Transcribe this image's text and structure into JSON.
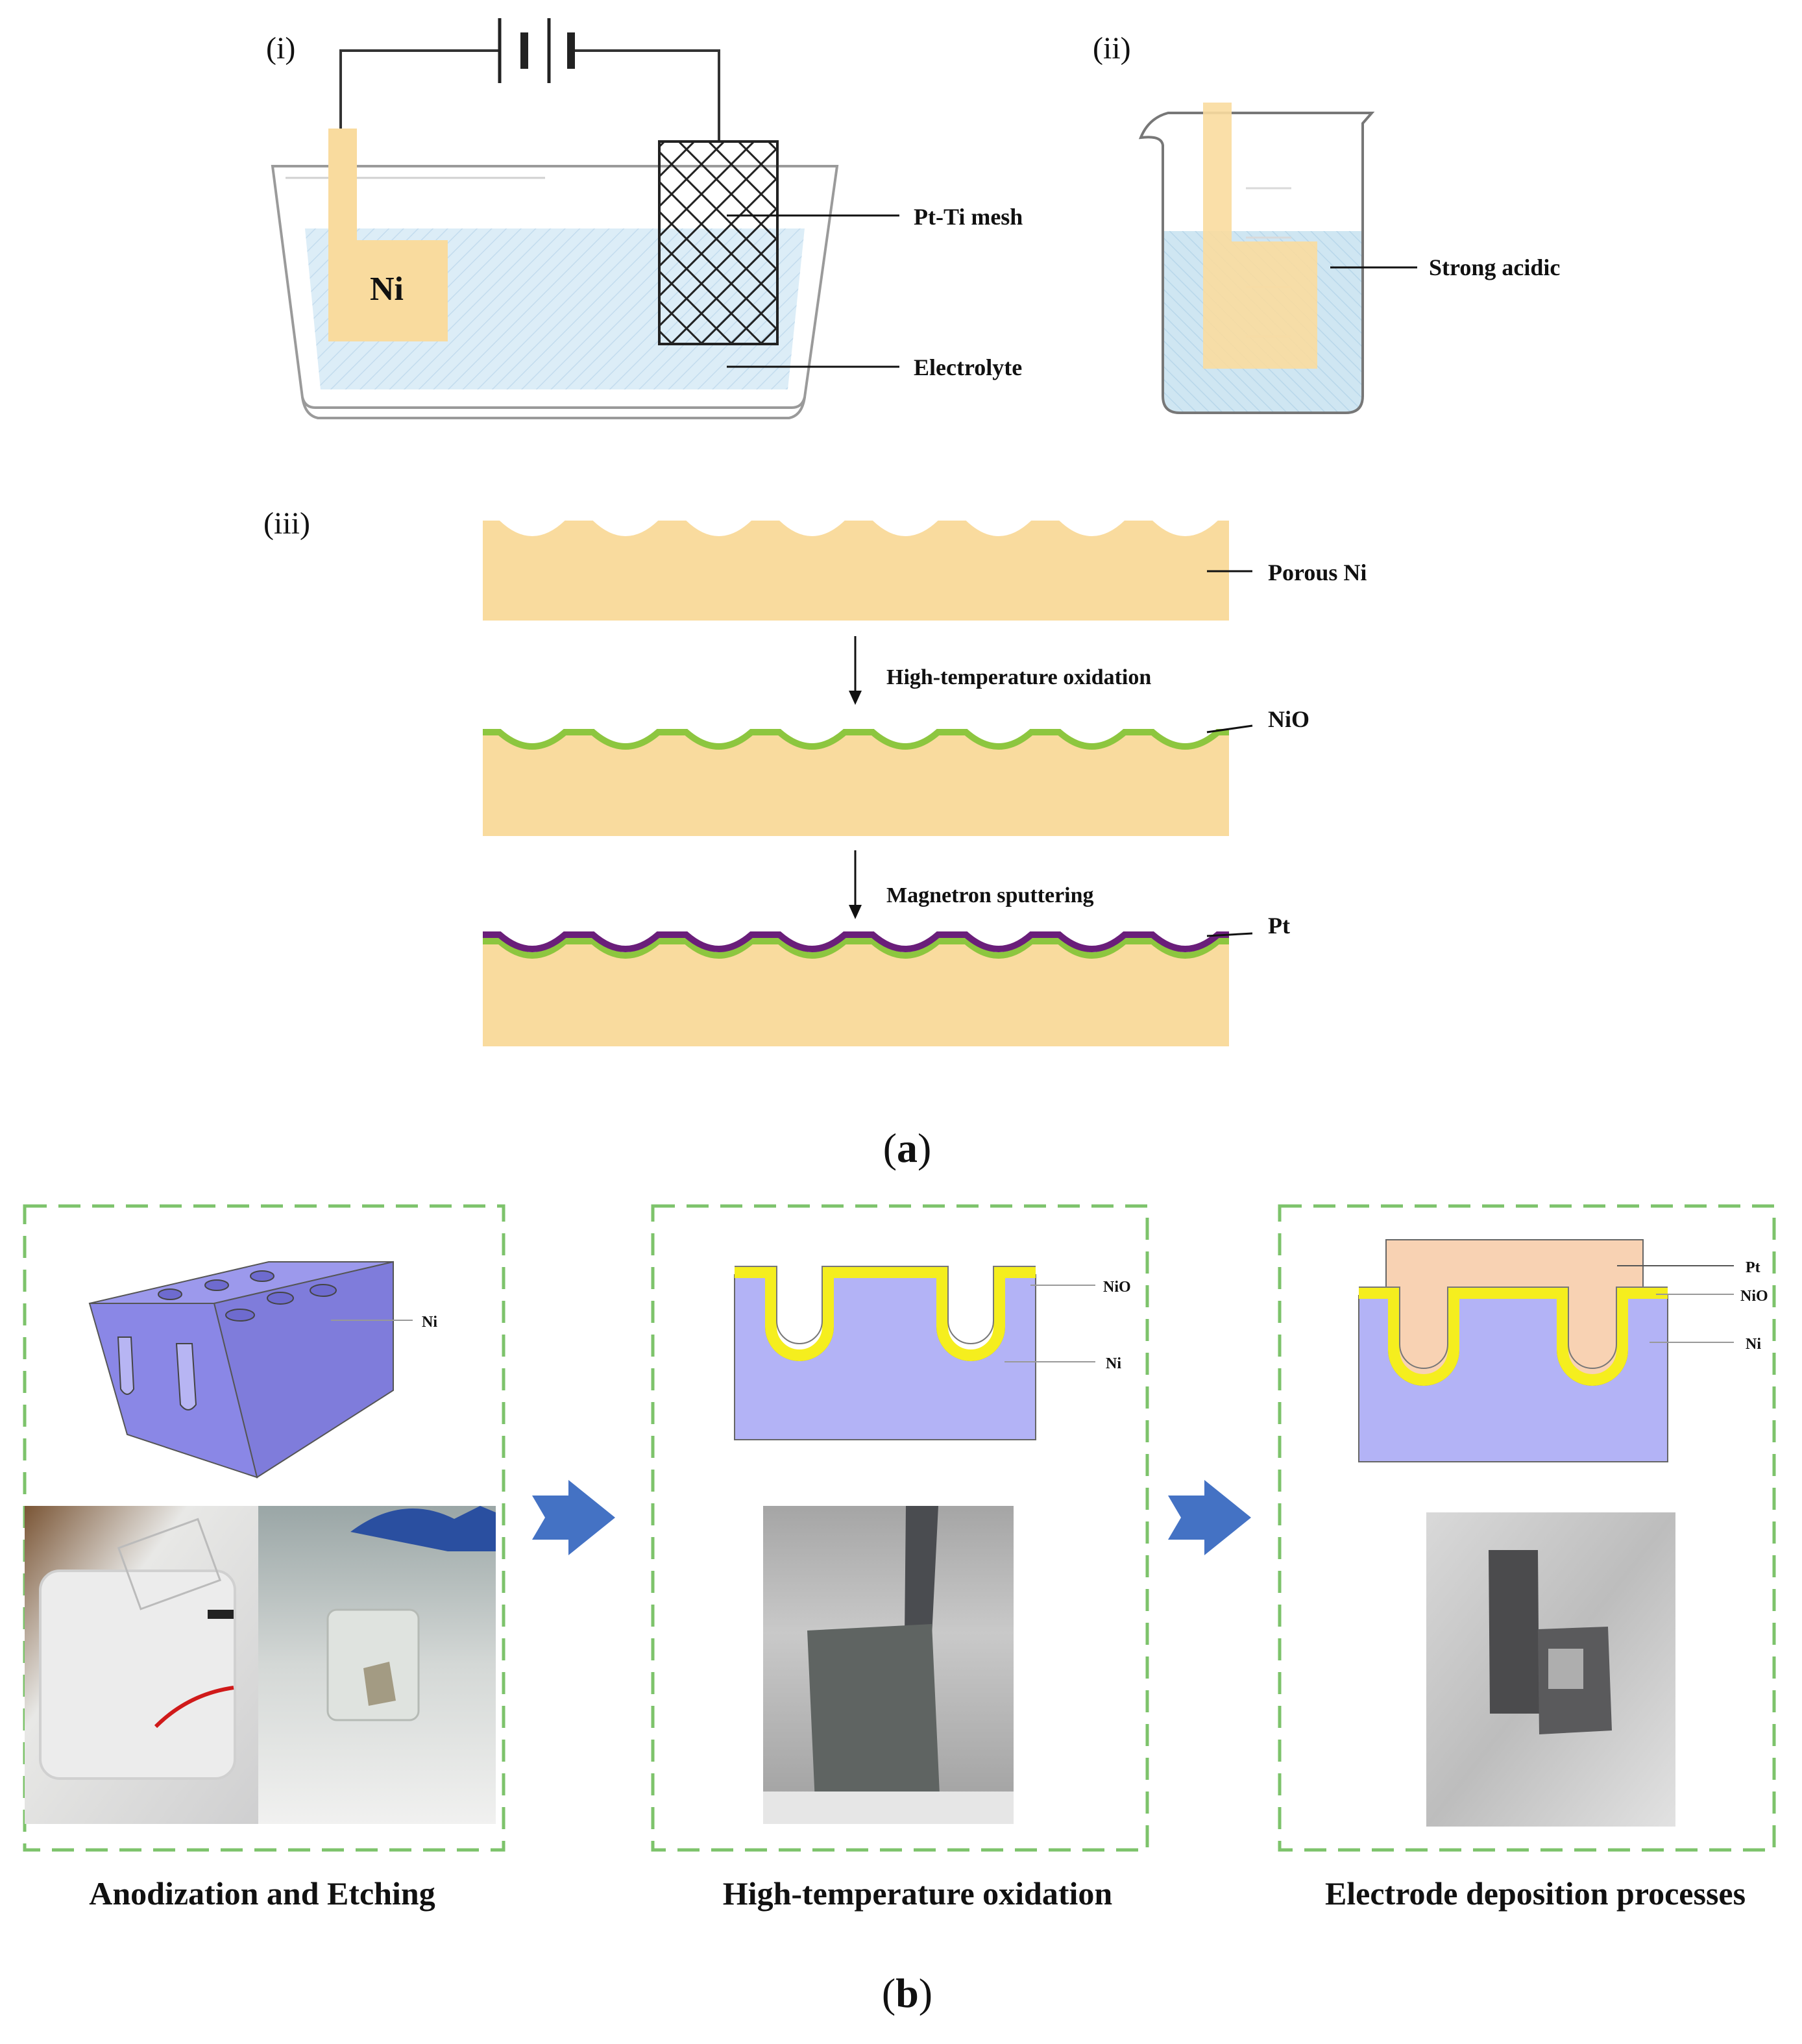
{
  "panel_a": {
    "caption": "(a)",
    "sub_i": {
      "label": "(i)",
      "electrode_text": "Ni",
      "mesh_label": "Pt-Ti mesh",
      "electrolyte_label": "Electrolyte"
    },
    "sub_ii": {
      "label": "(ii)",
      "acid_label": "Strong acidic"
    },
    "sub_iii": {
      "label": "(iii)",
      "layer1_label": "Porous Ni",
      "step1": "High-temperature  oxidation",
      "layer2_label": "NiO",
      "step2": "Magnetron  sputtering",
      "layer3_label": "Pt"
    }
  },
  "panel_b": {
    "caption": "(b)",
    "stage1": {
      "title": "Anodization and Etching",
      "ni_label": "Ni"
    },
    "stage2": {
      "title": "High-temperature oxidation",
      "nio_label": "NiO",
      "ni_label": "Ni"
    },
    "stage3": {
      "title": "Electrode deposition processes",
      "pt_label": "Pt",
      "nio_label": "NiO",
      "ni_label": "Ni"
    }
  },
  "colors": {
    "nickel": "#F9DB9E",
    "nio": "#8DC63F",
    "pt": "#6A1E7A",
    "electrolyte": "#D8EBF5",
    "block": "#8A87E6",
    "substrate_b": "#B3B3F6",
    "oxide_b": "#F5EE1E",
    "pt_b": "#F8D2B3",
    "dash": "#7DC36B",
    "arrow": "#4472C4"
  }
}
